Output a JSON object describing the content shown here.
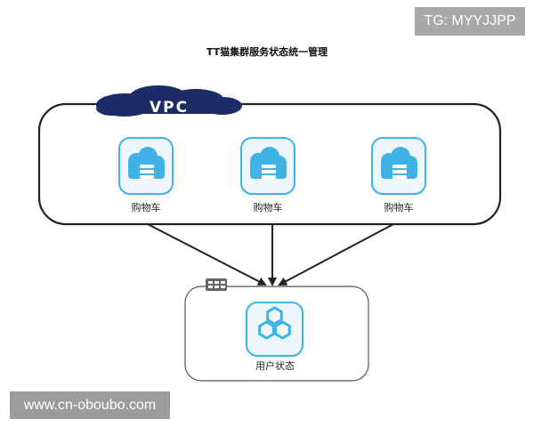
{
  "watermark_top": "TG: MYYJJPP",
  "watermark_bottom": "www.cn-oboubo.com",
  "diagram": {
    "title": "TT猫集群服务状态统一管理",
    "vpc_label": "VPC",
    "cluster_nodes": [
      {
        "label": "购物车",
        "icon": "cloud-server-icon"
      },
      {
        "label": "购物车",
        "icon": "cloud-server-icon"
      },
      {
        "label": "购物车",
        "icon": "cloud-server-icon"
      }
    ],
    "target_node": {
      "label": "用户状态",
      "icon": "hexagon-cluster-icon"
    },
    "group_badge_icon": "grid-icon",
    "colors": {
      "icon_blue": "#3fb3e6",
      "icon_tile_bg": "#edf6fb",
      "vpc_cloud": "#1c2c66",
      "line": "#222222"
    }
  }
}
